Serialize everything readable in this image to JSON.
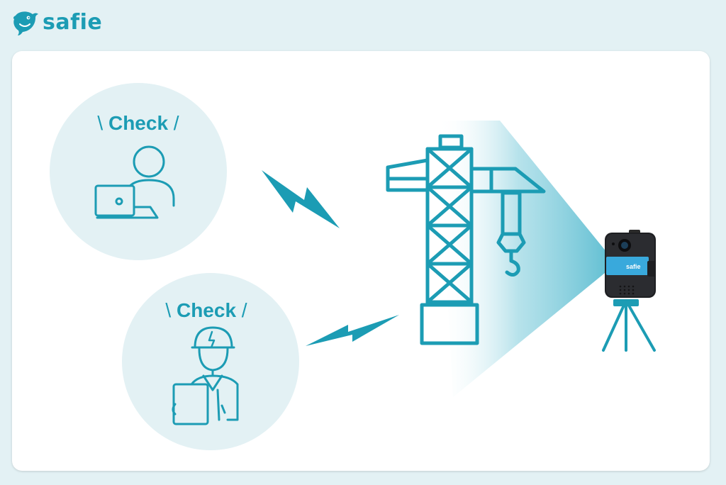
{
  "brand": {
    "name": "safie",
    "camera_label": "safie",
    "accent_color": "#1c9cb4",
    "circle_color": "#e3f1f4",
    "camera_accent": "#39a9dc"
  },
  "viewers": [
    {
      "label": "Check",
      "icon": "office-worker-laptop-icon"
    },
    {
      "label": "Check",
      "icon": "construction-worker-clipboard-icon"
    }
  ],
  "scene": {
    "signal_icon": "lightning-bolt-icon",
    "site_icon": "tower-crane-icon",
    "device_icon": "security-camera-on-tripod-icon"
  }
}
